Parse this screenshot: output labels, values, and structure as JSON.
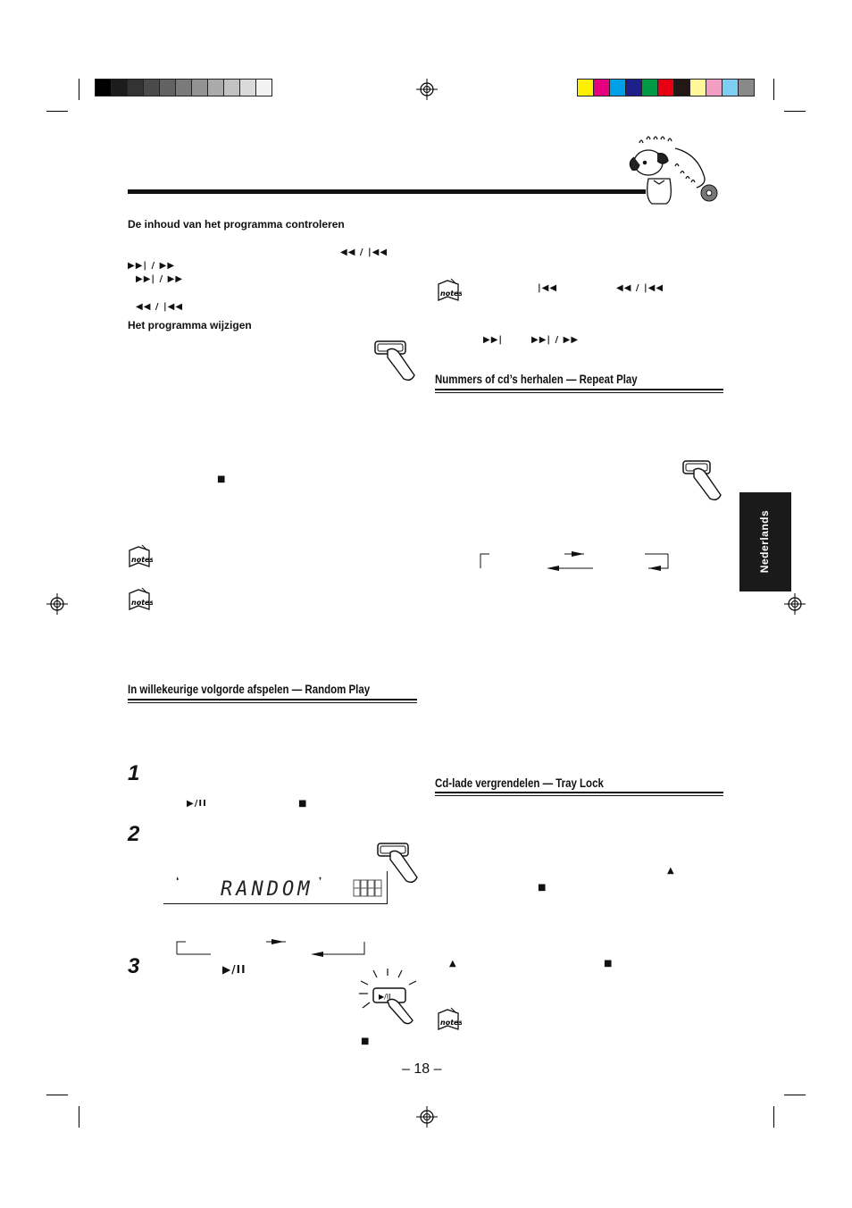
{
  "page": {
    "page_number": "– 18 –",
    "side_tab": "Nederlands"
  },
  "left": {
    "sub1": "De inhoud van het programma controleren",
    "sub2": "Het programma wijzigen",
    "sym_prev": "◀◀  /  |◀◀",
    "sym_next": "▶▶|  /  ▶▶",
    "sym_stop": "■",
    "sec_random": "In willekeurige volgorde afspelen — Random Play",
    "step1": "1",
    "step2": "2",
    "step3": "3",
    "sym_playpause": "▶/II",
    "display_text": "RANDOM"
  },
  "right": {
    "sec_repeat": "Nummers of cd’s herhalen — Repeat Play",
    "sec_tray": "Cd-lade vergrendelen — Tray Lock",
    "sym_eject": "▲",
    "sym_stop": "■",
    "sym_skipback": "|◀◀",
    "sym_next": "▶▶|",
    "sym_prev": "◀◀  /  |◀◀",
    "sym_nextpair": "▶▶|  /  ▶▶"
  },
  "colors": {
    "grayscale_bar": [
      "#000000",
      "#1c1c1c",
      "#333333",
      "#4a4a4a",
      "#626262",
      "#7a7a7a",
      "#929292",
      "#aaaaaa",
      "#c2c2c2",
      "#dadada",
      "#f2f2f2"
    ],
    "color_bar": [
      "#ffef00",
      "#e4007f",
      "#00a0e9",
      "#1d2088",
      "#009944",
      "#e60012",
      "#231815",
      "#fff799",
      "#f19ec2",
      "#7ecef4",
      "#898989"
    ]
  },
  "icons": [
    "registration-mark-icon",
    "notes-icon",
    "finger-button-icon",
    "dog-mascot-icon"
  ]
}
